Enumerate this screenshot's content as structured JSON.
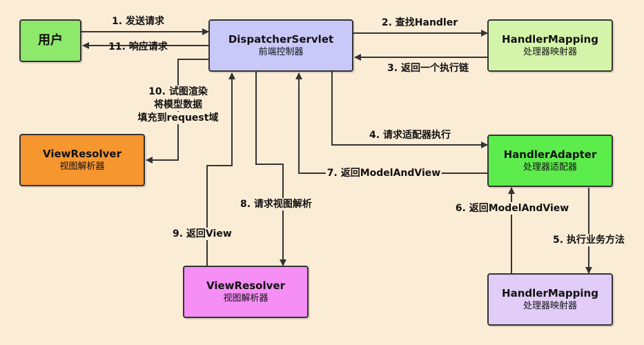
{
  "colors": {
    "background": "#fbecd6",
    "user": "#8ee86b",
    "dispatcher": "#c8c9f9",
    "handler_mapping_top": "#d4f5a9",
    "view_resolver_left": "#f6962f",
    "handler_adapter": "#5ced4c",
    "view_resolver_bottom": "#f58ef5",
    "handler_mapping_bottom": "#e2cdf9",
    "line": "#333333"
  },
  "nodes": {
    "user": {
      "line1": "用户"
    },
    "dispatcher": {
      "line1": "DispatcherServlet",
      "line2": "前端控制器"
    },
    "handler_mapping_top": {
      "line1": "HandlerMapping",
      "line2": "处理器映射器"
    },
    "view_resolver_left": {
      "line1": "ViewResolver",
      "line2": "视图解析器"
    },
    "handler_adapter": {
      "line1": "HandlerAdapter",
      "line2": "处理器适配器"
    },
    "view_resolver_bottom": {
      "line1": "ViewResolver",
      "line2": "视图解析器"
    },
    "handler_mapping_bottom": {
      "line1": "HandlerMapping",
      "line2": "处理器映射器"
    }
  },
  "labels": {
    "step1": "1. 发送请求",
    "step2": "2. 查找Handler",
    "step3": "3. 返回一个执行链",
    "step4": "4. 请求适配器执行",
    "step5": "5. 执行业务方法",
    "step6": "6. 返回ModelAndView",
    "step7": "7. 返回ModelAndView",
    "step8": "8. 请求视图解析",
    "step9": "9. 返回View",
    "step10_line1": "10. 试图渲染",
    "step10_line2": "将模型数据",
    "step10_line3": "填充到request域",
    "step11": "11. 响应请求"
  }
}
